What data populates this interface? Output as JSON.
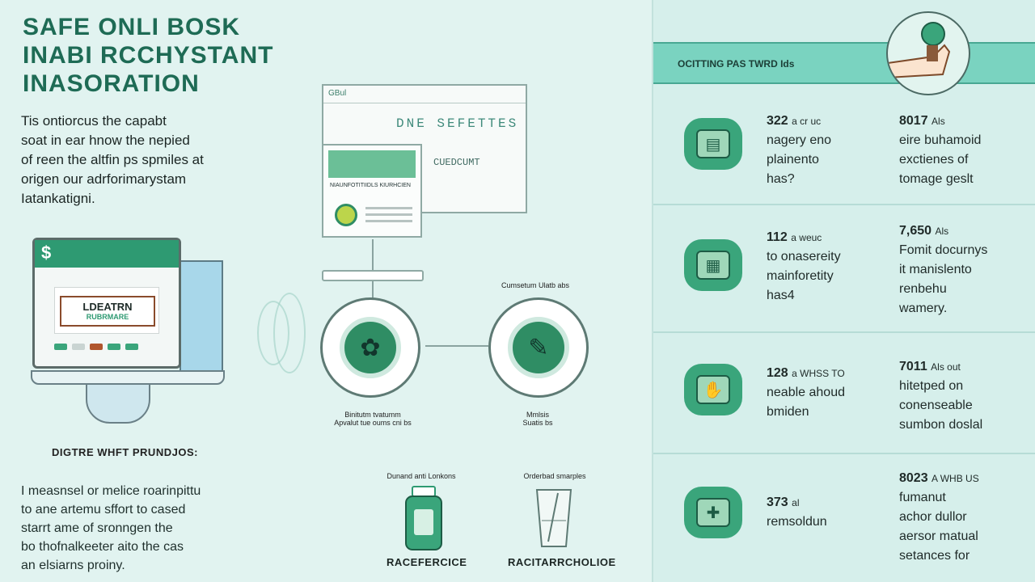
{
  "title": {
    "line1": "SAFE ONLI BOSK",
    "line2": "INABI RCCHYSTANT",
    "line3": "INASORATION"
  },
  "intro": [
    "Tis ontiorcus the capabt",
    "soat in ear hnow the nepied",
    "of reen the altfin ps spmiles at",
    "origen our adrforimarystam",
    "Iatankatigni."
  ],
  "monitor": {
    "badge": "$",
    "label_line1": "LDEATRN",
    "label_line2": "RUBRMARE"
  },
  "browser": {
    "url": "GBul",
    "heading": "DNE SEFETTES",
    "subtext": "CUEDCUMT",
    "card_caption": "NIAUNFOTITIIDLS KIURHCIEN"
  },
  "circles": {
    "top_caption": "Cumsetum Ulatb abs",
    "left_caption_line1": "Binitutm tvatumm",
    "left_caption_line2": "Apvalut tue oums cni bs",
    "right_caption_line1": "Mmlsis",
    "right_caption_line2": "Suatis bs"
  },
  "subhead": "DIGTRE WHFT PRUNDJOS:",
  "bottom_text": [
    "I measnsel or melice roarinpittu",
    "to ane artemu sffort to cased",
    "starrt ame of sronngen the",
    "bo thofnalkeeter aito the cas",
    "an elsiarns proiny."
  ],
  "jars": [
    {
      "caption": "Dunand anti Lonkons",
      "label": "RACEFERCICE"
    },
    {
      "caption": "Orderbad smarples",
      "label": "RACITARRCHOLIOE"
    }
  ],
  "right_panel": {
    "banner": "OCITTING PAS TWRD Ids",
    "rows": [
      {
        "icon": "document-icon",
        "left": {
          "num": "322",
          "small": "a cr uc",
          "lines": [
            "nagery eno",
            "plainento",
            "has?"
          ]
        },
        "right": {
          "num": "8017",
          "small": "Als",
          "lines": [
            "eire buhamoid",
            "exctienes of",
            "tomage geslt"
          ]
        }
      },
      {
        "icon": "folder-icon",
        "left": {
          "num": "112",
          "small": "a weuc",
          "lines": [
            "to onasereity",
            "mainforetity",
            "has4"
          ]
        },
        "right": {
          "num": "7,650",
          "small": "Als",
          "lines": [
            "Fomit docurnys",
            "it manislento",
            "renbehu",
            "wamery."
          ]
        }
      },
      {
        "icon": "hands-icon",
        "left": {
          "num": "128",
          "small": "a WHSS TO",
          "lines": [
            "neable ahoud",
            "bmiden"
          ]
        },
        "right": {
          "num": "7011",
          "small": "Als out",
          "lines": [
            "hitetped on",
            "conenseable",
            "sumbon doslal"
          ]
        }
      },
      {
        "icon": "shield-icon",
        "left": {
          "num": "373",
          "small": "al",
          "lines": [
            "remsoldun"
          ]
        },
        "right": {
          "num": "8023",
          "small": "A WHB US",
          "lines": [
            "fumanut",
            "achor dullor",
            "aersor matual",
            "setances for"
          ]
        }
      }
    ]
  },
  "colors": {
    "accent": "#2e9a72",
    "banner": "#7ad3c0",
    "background": "#dff1ee"
  }
}
